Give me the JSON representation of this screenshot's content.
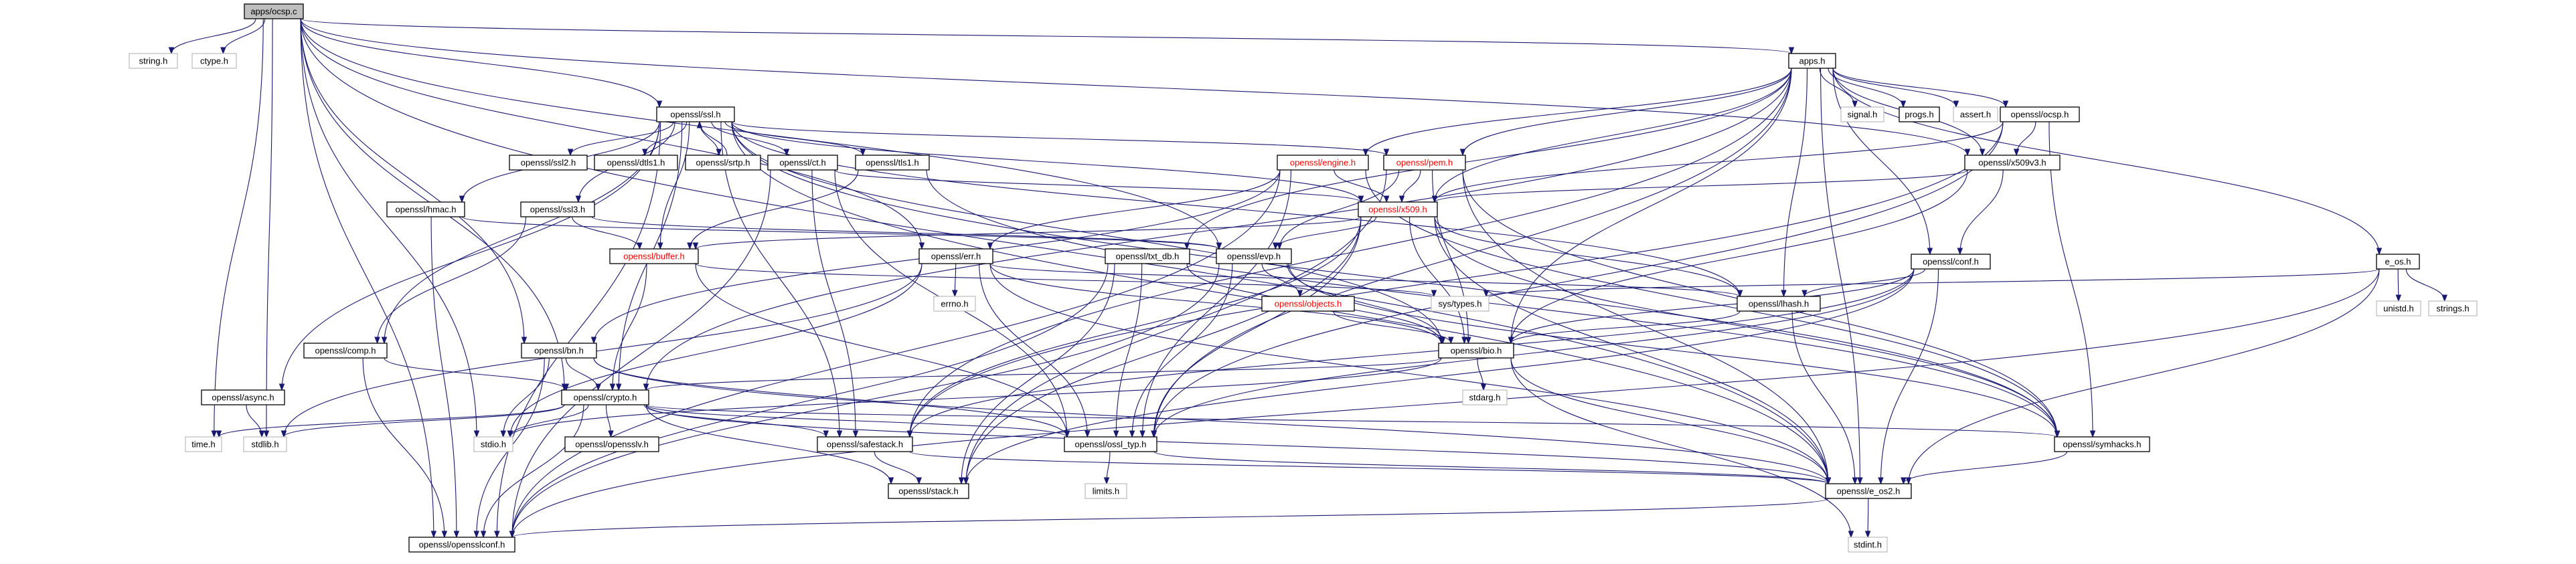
{
  "graph": {
    "nodes": [
      {
        "id": "ocspc",
        "label": "apps/ocsp.c",
        "style": "root"
      },
      {
        "id": "apps",
        "label": "apps.h",
        "style": "plain"
      },
      {
        "id": "string",
        "label": "string.h",
        "style": "ext"
      },
      {
        "id": "ctype",
        "label": "ctype.h",
        "style": "ext"
      },
      {
        "id": "ssl",
        "label": "openssl/ssl.h",
        "style": "plain"
      },
      {
        "id": "signal",
        "label": "signal.h",
        "style": "ext"
      },
      {
        "id": "progs",
        "label": "progs.h",
        "style": "plain"
      },
      {
        "id": "assert",
        "label": "assert.h",
        "style": "ext"
      },
      {
        "id": "ocsp",
        "label": "openssl/ocsp.h",
        "style": "plain"
      },
      {
        "id": "ssl2",
        "label": "openssl/ssl2.h",
        "style": "plain"
      },
      {
        "id": "dtls1",
        "label": "openssl/dtls1.h",
        "style": "plain"
      },
      {
        "id": "srtp",
        "label": "openssl/srtp.h",
        "style": "plain"
      },
      {
        "id": "ct",
        "label": "openssl/ct.h",
        "style": "plain"
      },
      {
        "id": "tls1",
        "label": "openssl/tls1.h",
        "style": "plain"
      },
      {
        "id": "engine",
        "label": "openssl/engine.h",
        "style": "red"
      },
      {
        "id": "pem",
        "label": "openssl/pem.h",
        "style": "red"
      },
      {
        "id": "x509v3",
        "label": "openssl/x509v3.h",
        "style": "plain"
      },
      {
        "id": "ssl3",
        "label": "openssl/ssl3.h",
        "style": "plain"
      },
      {
        "id": "hmac",
        "label": "openssl/hmac.h",
        "style": "plain"
      },
      {
        "id": "x509",
        "label": "openssl/x509.h",
        "style": "red"
      },
      {
        "id": "buffer",
        "label": "openssl/buffer.h",
        "style": "red"
      },
      {
        "id": "err",
        "label": "openssl/err.h",
        "style": "plain"
      },
      {
        "id": "txtdb",
        "label": "openssl/txt_db.h",
        "style": "plain"
      },
      {
        "id": "evp",
        "label": "openssl/evp.h",
        "style": "plain"
      },
      {
        "id": "conf",
        "label": "openssl/conf.h",
        "style": "plain"
      },
      {
        "id": "eos",
        "label": "e_os.h",
        "style": "plain"
      },
      {
        "id": "errno",
        "label": "errno.h",
        "style": "ext"
      },
      {
        "id": "objects",
        "label": "openssl/objects.h",
        "style": "red"
      },
      {
        "id": "systypes",
        "label": "sys/types.h",
        "style": "ext"
      },
      {
        "id": "lhash",
        "label": "openssl/lhash.h",
        "style": "plain"
      },
      {
        "id": "unistd",
        "label": "unistd.h",
        "style": "ext"
      },
      {
        "id": "strings",
        "label": "strings.h",
        "style": "ext"
      },
      {
        "id": "comp",
        "label": "openssl/comp.h",
        "style": "plain"
      },
      {
        "id": "bn",
        "label": "openssl/bn.h",
        "style": "plain"
      },
      {
        "id": "bio",
        "label": "openssl/bio.h",
        "style": "plain"
      },
      {
        "id": "async",
        "label": "openssl/async.h",
        "style": "plain"
      },
      {
        "id": "crypto",
        "label": "openssl/crypto.h",
        "style": "plain"
      },
      {
        "id": "stdarg",
        "label": "stdarg.h",
        "style": "ext"
      },
      {
        "id": "time",
        "label": "time.h",
        "style": "ext"
      },
      {
        "id": "stdlib",
        "label": "stdlib.h",
        "style": "ext"
      },
      {
        "id": "stdio",
        "label": "stdio.h",
        "style": "ext"
      },
      {
        "id": "opensslv",
        "label": "openssl/opensslv.h",
        "style": "plain"
      },
      {
        "id": "safestack",
        "label": "openssl/safestack.h",
        "style": "plain"
      },
      {
        "id": "ossltyp",
        "label": "openssl/ossl_typ.h",
        "style": "plain"
      },
      {
        "id": "symhacks",
        "label": "openssl/symhacks.h",
        "style": "plain"
      },
      {
        "id": "limits",
        "label": "limits.h",
        "style": "ext"
      },
      {
        "id": "stack",
        "label": "openssl/stack.h",
        "style": "plain"
      },
      {
        "id": "eos2",
        "label": "openssl/e_os2.h",
        "style": "plain"
      },
      {
        "id": "opensslconf",
        "label": "openssl/opensslconf.h",
        "style": "plain"
      },
      {
        "id": "stdint",
        "label": "stdint.h",
        "style": "ext"
      }
    ],
    "edges": [
      [
        "ocspc",
        "apps"
      ],
      [
        "ocspc",
        "string"
      ],
      [
        "ocspc",
        "ctype"
      ],
      [
        "ocspc",
        "ssl"
      ],
      [
        "ocspc",
        "time"
      ],
      [
        "ocspc",
        "stdlib"
      ],
      [
        "ocspc",
        "stdio"
      ],
      [
        "ocspc",
        "err"
      ],
      [
        "ocspc",
        "evp"
      ],
      [
        "ocspc",
        "bn"
      ],
      [
        "ocspc",
        "x509v3"
      ],
      [
        "ocspc",
        "opensslconf"
      ],
      [
        "ocspc",
        "eos2"
      ],
      [
        "ocspc",
        "crypto"
      ],
      [
        "apps",
        "signal"
      ],
      [
        "apps",
        "progs"
      ],
      [
        "apps",
        "assert"
      ],
      [
        "apps",
        "ocsp"
      ],
      [
        "apps",
        "eos"
      ],
      [
        "apps",
        "engine"
      ],
      [
        "apps",
        "pem"
      ],
      [
        "apps",
        "x509"
      ],
      [
        "apps",
        "x509v3"
      ],
      [
        "apps",
        "conf"
      ],
      [
        "apps",
        "txtdb"
      ],
      [
        "apps",
        "bio"
      ],
      [
        "apps",
        "lhash"
      ],
      [
        "apps",
        "ossltyp"
      ],
      [
        "apps",
        "safestack"
      ],
      [
        "apps",
        "eos2"
      ],
      [
        "apps",
        "crypto"
      ],
      [
        "ssl",
        "ssl2"
      ],
      [
        "ssl",
        "dtls1"
      ],
      [
        "ssl",
        "srtp"
      ],
      [
        "ssl",
        "ct"
      ],
      [
        "ssl",
        "tls1"
      ],
      [
        "ssl",
        "ssl3"
      ],
      [
        "ssl",
        "hmac"
      ],
      [
        "ssl",
        "comp"
      ],
      [
        "ssl",
        "async"
      ],
      [
        "ssl",
        "x509"
      ],
      [
        "ssl",
        "pem"
      ],
      [
        "ssl",
        "buffer"
      ],
      [
        "ssl",
        "lhash"
      ],
      [
        "ssl",
        "bio"
      ],
      [
        "ssl",
        "crypto"
      ],
      [
        "ssl",
        "safestack"
      ],
      [
        "ssl",
        "symhacks"
      ],
      [
        "ssl",
        "eos2"
      ],
      [
        "ssl",
        "opensslconf"
      ],
      [
        "srtp",
        "ssl"
      ],
      [
        "ct",
        "x509"
      ],
      [
        "ct",
        "safestack"
      ],
      [
        "ct",
        "ossltyp"
      ],
      [
        "ct",
        "opensslconf"
      ],
      [
        "tls1",
        "buffer"
      ],
      [
        "tls1",
        "symhacks"
      ],
      [
        "ssl3",
        "comp"
      ],
      [
        "ssl3",
        "buffer"
      ],
      [
        "ssl3",
        "evp"
      ],
      [
        "hmac",
        "evp"
      ],
      [
        "hmac",
        "opensslconf"
      ],
      [
        "ocsp",
        "x509"
      ],
      [
        "ocsp",
        "x509v3"
      ],
      [
        "ocsp",
        "safestack"
      ],
      [
        "ocsp",
        "ossltyp"
      ],
      [
        "ocsp",
        "symhacks"
      ],
      [
        "x509v3",
        "x509"
      ],
      [
        "x509v3",
        "conf"
      ],
      [
        "x509v3",
        "bio"
      ],
      [
        "engine",
        "x509"
      ],
      [
        "engine",
        "err"
      ],
      [
        "engine",
        "bn"
      ],
      [
        "engine",
        "ossltyp"
      ],
      [
        "engine",
        "symhacks"
      ],
      [
        "engine",
        "opensslconf"
      ],
      [
        "pem",
        "x509"
      ],
      [
        "pem",
        "evp"
      ],
      [
        "pem",
        "bio"
      ],
      [
        "pem",
        "stack"
      ],
      [
        "pem",
        "symhacks"
      ],
      [
        "pem",
        "eos2"
      ],
      [
        "x509",
        "evp"
      ],
      [
        "x509",
        "buffer"
      ],
      [
        "x509",
        "bio"
      ],
      [
        "x509",
        "lhash"
      ],
      [
        "x509",
        "stack"
      ],
      [
        "x509",
        "safestack"
      ],
      [
        "x509",
        "ossltyp"
      ],
      [
        "x509",
        "symhacks"
      ],
      [
        "x509",
        "eos2"
      ],
      [
        "buffer",
        "ossltyp"
      ],
      [
        "buffer",
        "crypto"
      ],
      [
        "buffer",
        "systypes"
      ],
      [
        "err",
        "errno"
      ],
      [
        "err",
        "bio"
      ],
      [
        "err",
        "lhash"
      ],
      [
        "err",
        "stdio"
      ],
      [
        "err",
        "stdlib"
      ],
      [
        "err",
        "ossltyp"
      ],
      [
        "err",
        "eos2"
      ],
      [
        "txtdb",
        "bio"
      ],
      [
        "txtdb",
        "stack"
      ],
      [
        "txtdb",
        "ossltyp"
      ],
      [
        "txtdb",
        "opensslconf"
      ],
      [
        "evp",
        "objects"
      ],
      [
        "evp",
        "bio"
      ],
      [
        "evp",
        "ossltyp"
      ],
      [
        "evp",
        "opensslconf"
      ],
      [
        "evp",
        "symhacks"
      ],
      [
        "objects",
        "bio"
      ],
      [
        "conf",
        "lhash"
      ],
      [
        "conf",
        "bio"
      ],
      [
        "conf",
        "stack"
      ],
      [
        "conf",
        "safestack"
      ],
      [
        "conf",
        "ossltyp"
      ],
      [
        "conf",
        "eos2"
      ],
      [
        "eos",
        "systypes"
      ],
      [
        "eos",
        "unistd"
      ],
      [
        "eos",
        "strings"
      ],
      [
        "eos",
        "eos2"
      ],
      [
        "eos",
        "opensslconf"
      ],
      [
        "lhash",
        "bio"
      ],
      [
        "lhash",
        "eos2"
      ],
      [
        "comp",
        "crypto"
      ],
      [
        "comp",
        "opensslconf"
      ],
      [
        "bn",
        "crypto"
      ],
      [
        "bn",
        "stdio"
      ],
      [
        "bn",
        "ossltyp"
      ],
      [
        "bn",
        "opensslconf"
      ],
      [
        "bn",
        "eos2"
      ],
      [
        "bio",
        "stdarg"
      ],
      [
        "bio",
        "crypto"
      ],
      [
        "bio",
        "stdio"
      ],
      [
        "bio",
        "eos2"
      ],
      [
        "bio",
        "stdint"
      ],
      [
        "async",
        "stdlib"
      ],
      [
        "crypto",
        "stdlib"
      ],
      [
        "crypto",
        "stdio"
      ],
      [
        "crypto",
        "time"
      ],
      [
        "crypto",
        "opensslv"
      ],
      [
        "crypto",
        "safestack"
      ],
      [
        "crypto",
        "ossltyp"
      ],
      [
        "crypto",
        "symhacks"
      ],
      [
        "crypto",
        "eos2"
      ],
      [
        "crypto",
        "stack"
      ],
      [
        "crypto",
        "opensslconf"
      ],
      [
        "safestack",
        "stack"
      ],
      [
        "safestack",
        "eos2"
      ],
      [
        "ossltyp",
        "limits"
      ],
      [
        "ossltyp",
        "eos2"
      ],
      [
        "symhacks",
        "eos2"
      ],
      [
        "eos2",
        "opensslconf"
      ],
      [
        "eos2",
        "stdint"
      ]
    ]
  }
}
